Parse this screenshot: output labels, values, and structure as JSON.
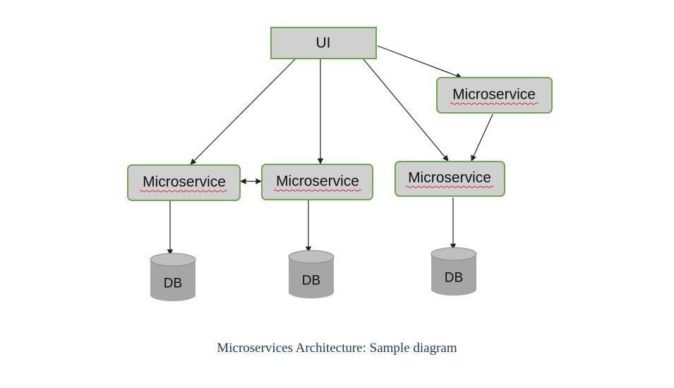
{
  "diagram": {
    "ui_label": "UI",
    "microservice_label": "Microservice",
    "db_label": "DB",
    "node_fill": "#d0d0d0",
    "node_border": "#6fa84a",
    "db_fill": "#a6a6a6"
  },
  "caption": "Microservices Architecture: Sample diagram"
}
